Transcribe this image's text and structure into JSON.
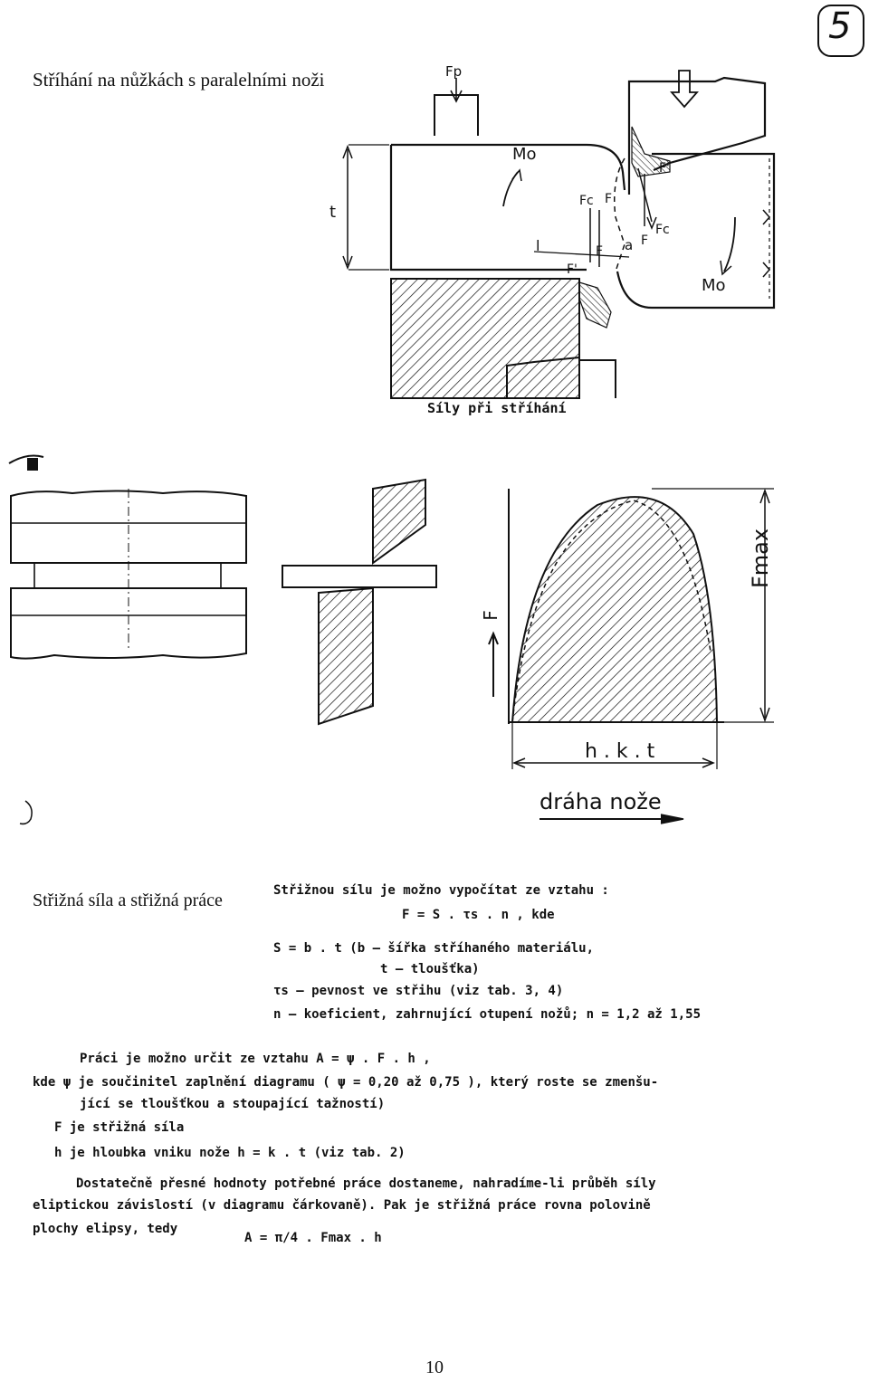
{
  "page_number_badge": "5",
  "section1_title": "Stříhání na nůžkách    s paralelními noži",
  "fig1": {
    "caption": "Síly při stříhání",
    "labels": {
      "fp": "Fp",
      "mo_left": "Mo",
      "mo_right": "Mo",
      "t": "t",
      "l": "l",
      "a": "a",
      "fc_left": "Fc",
      "fc_right": "Fc",
      "f_a": "F",
      "f_b": "F",
      "f_c": "F",
      "f_prime_top": "F'",
      "f_prime_bottom": "F'"
    }
  },
  "fig2": {
    "f_axis": "F",
    "fmax": "Fmax",
    "hkt": "h . k . t",
    "path_label": "dráha nože"
  },
  "section2_title": "Střižná síla a střižná práce",
  "formula_lines": {
    "l1": "Střižnou sílu je možno vypočítat ze vztahu :",
    "l2": "F = S . τs . n  , kde",
    "l3": "S = b . t  (b – šířka stříhaného materiálu,",
    "l4": "t – tloušťka)",
    "l5": "τs  – pevnost ve střihu (viz tab. 3, 4)",
    "l6": "n   – koeficient, zahrnující otupení nožů;   n = 1,2 až 1,55"
  },
  "work_lines": {
    "l1": "Práci je možno určit ze vztahu      A = ψ . F . h   ,",
    "l2": "kde ψ je součinitel zaplnění diagramu ( ψ = 0,20 až 0,75 ), který roste se zmenšu-",
    "l3": "jící se tloušťkou a stoupající tažností)",
    "l4": "F je střižná síla",
    "l5": "h je hloubka vniku nože   h = k . t   (viz tab. 2)"
  },
  "closing_lines": {
    "l1": "Dostatečně přesné hodnoty potřebné práce dostaneme, nahradíme-li průběh síly",
    "l2": "eliptickou závislostí (v diagramu čárkovaně). Pak je střižná práce rovna polovině",
    "l3": "plochy elipsy, tedy",
    "formula": "A =  π/4 . Fmax . h"
  },
  "page_number": "10"
}
